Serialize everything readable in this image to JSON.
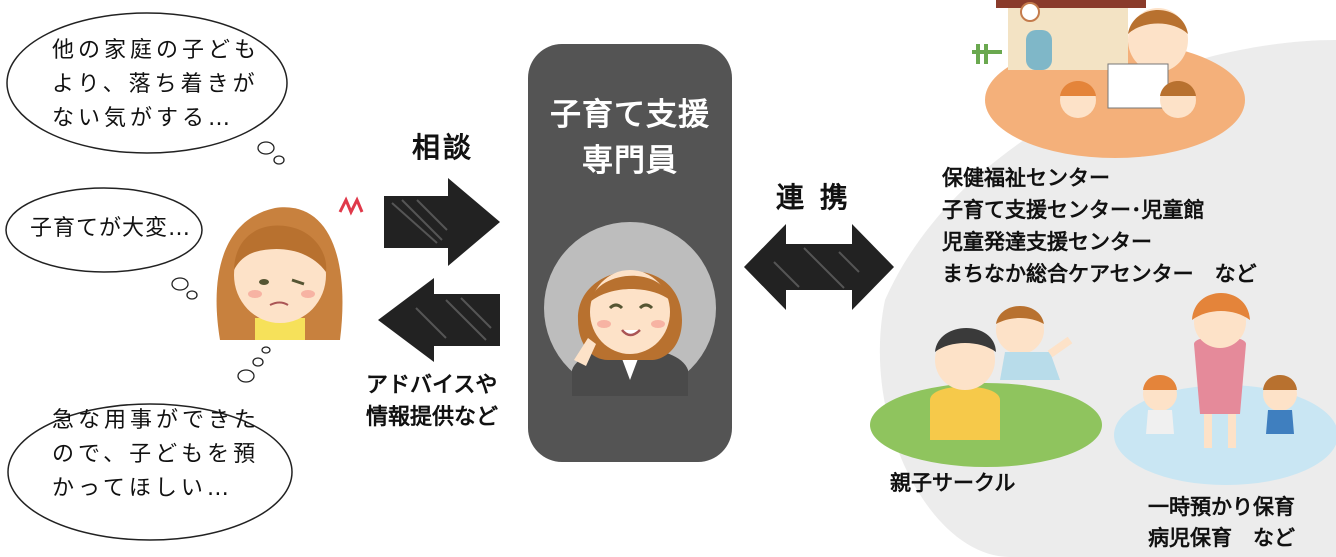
{
  "bubbles": {
    "top": "他の家庭の子ども\nより、落ち着きが\nない気がする…",
    "middle": "子育てが大変…",
    "bottom": "急な用事ができた\nので、子どもを預\nかってほしい…"
  },
  "arrows": {
    "consult": "相談",
    "advice": "アドバイスや\n情報提供など",
    "cooperation": "連 携"
  },
  "center": {
    "title_line1": "子育て支援",
    "title_line2": "専門員"
  },
  "partners": {
    "centers": "保健福祉センター\n子育て支援センター･児童館\n児童発達支援センター\nまちなか総合ケアセンター　など",
    "circle": "親子サークル",
    "childcare": "一時預かり保育\n病児保育　など"
  },
  "colors": {
    "panel": "#545454",
    "panel_circle": "#bdbdbd",
    "orange_ellipse": "#f4b07a",
    "green_ellipse": "#8fc45e",
    "blue_ellipse": "#c9e6f3",
    "right_bg": "#ececec"
  }
}
